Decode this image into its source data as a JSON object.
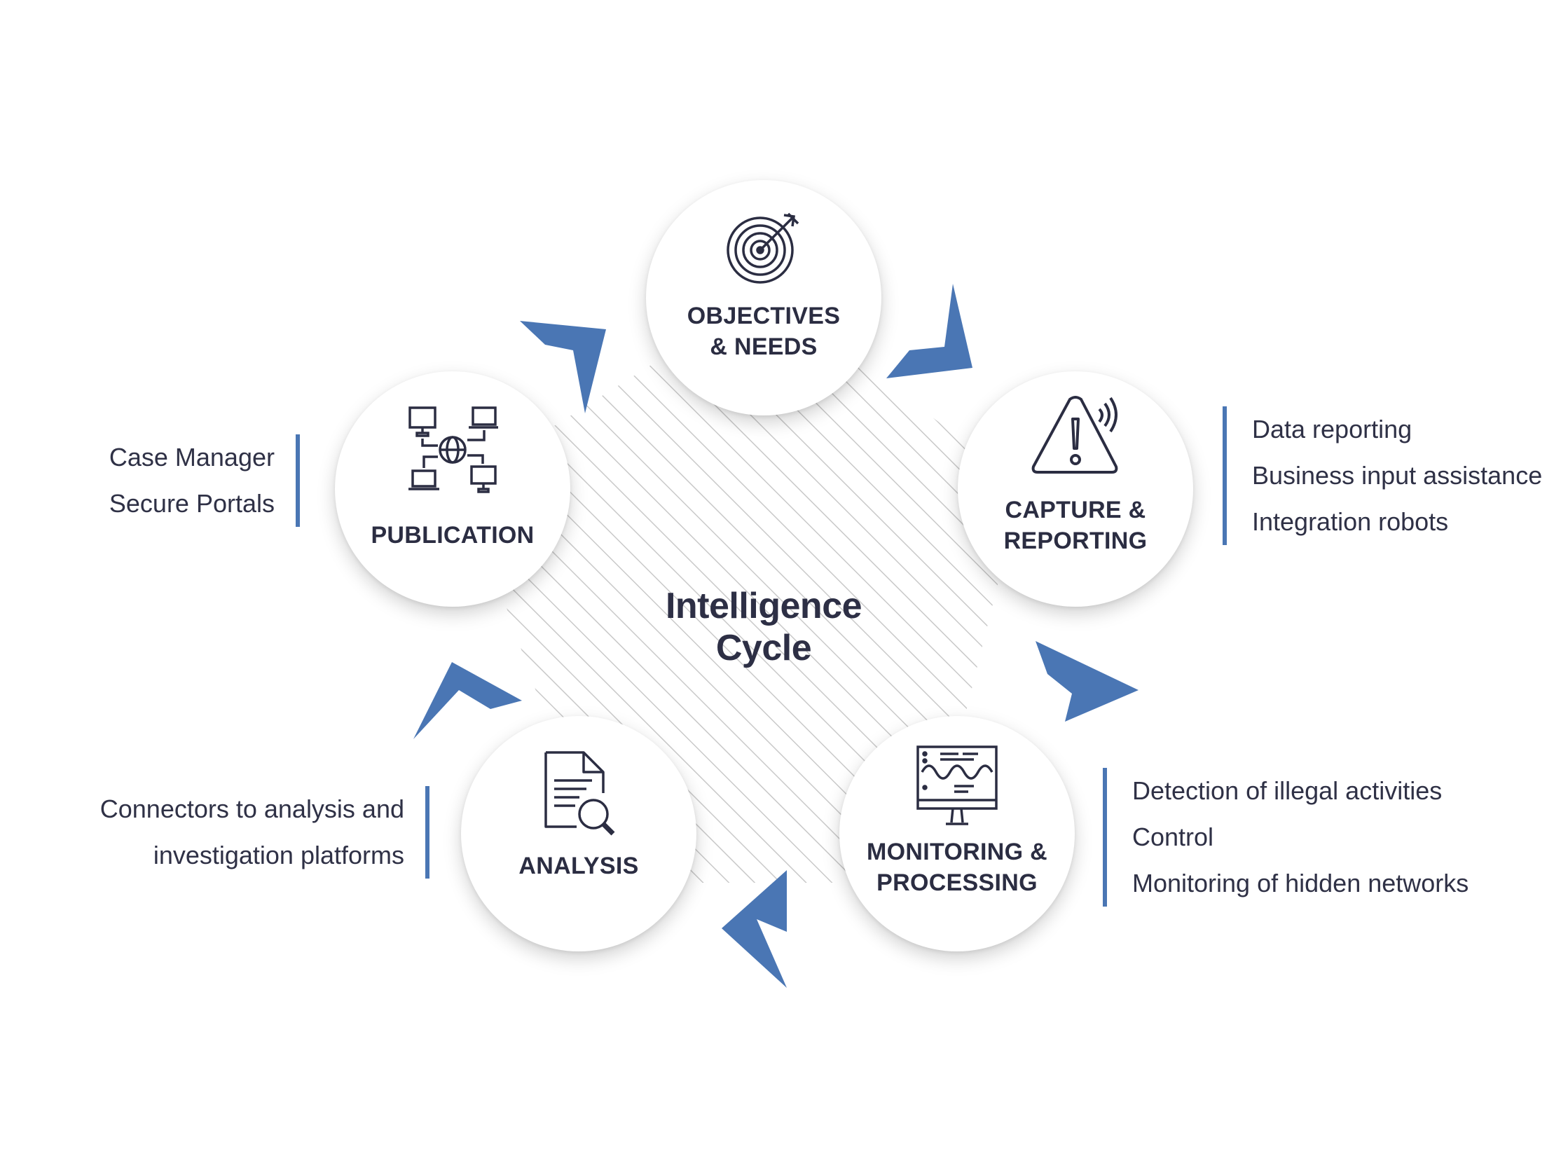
{
  "diagram": {
    "title": "Intelligence Cycle",
    "colors": {
      "accent": "#4a76b4",
      "text": "#2b2d42",
      "hatch": "#c8c8c8"
    },
    "nodes": {
      "objectives": {
        "line1": "OBJECTIVES",
        "line2": "& NEEDS",
        "icon": "target-icon"
      },
      "capture": {
        "line1": "CAPTURE &",
        "line2": "REPORTING",
        "icon": "warning-signal-icon"
      },
      "monitoring": {
        "line1": "MONITORING &",
        "line2": "PROCESSING",
        "icon": "monitor-waveform-icon"
      },
      "analysis": {
        "line1": "ANALYSIS",
        "icon": "document-search-icon"
      },
      "publication": {
        "line1": "PUBLICATION",
        "icon": "network-devices-icon"
      }
    },
    "details": {
      "capture": [
        "Data reporting",
        "Business input assistance",
        "Integration robots"
      ],
      "monitoring": [
        "Detection of illegal activities",
        "Control",
        "Monitoring of hidden networks"
      ],
      "analysis": [
        "Connectors to analysis and",
        "investigation platforms"
      ],
      "publication": [
        "Case Manager",
        "Secure Portals"
      ]
    }
  }
}
